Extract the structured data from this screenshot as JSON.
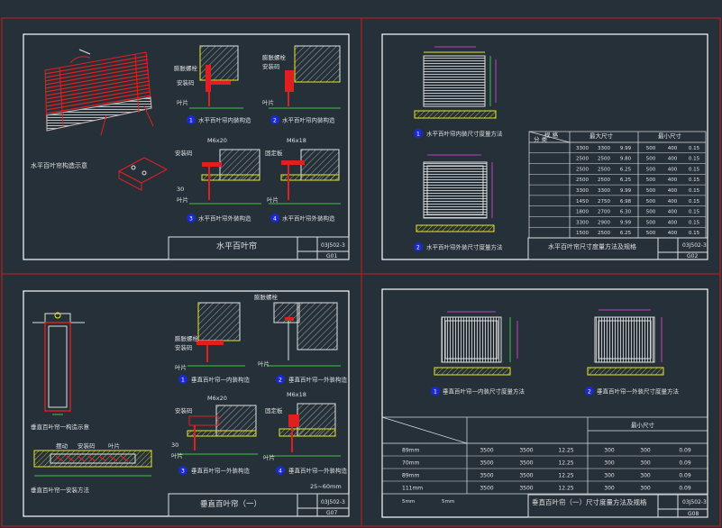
{
  "sheet1": {
    "main_view_label": "水平百叶帘构造示意",
    "details": [
      {
        "num": "1",
        "label": "水平百叶帘内装构造"
      },
      {
        "num": "2",
        "label": "水平百叶帘内装构造"
      },
      {
        "num": "3",
        "label": "水平百叶帘外装构造"
      },
      {
        "num": "4",
        "label": "水平百叶帘外装构造"
      }
    ],
    "callouts": [
      "膨胀螺栓",
      "安装码",
      "叶片",
      "膨胀螺栓",
      "安装码",
      "叶片",
      "M6x20",
      "安装码",
      "叶片",
      "M6x18",
      "固定板",
      "叶片"
    ],
    "dim_30": "30",
    "title": "水平百叶帘",
    "code": "03J502-3",
    "page": "G01"
  },
  "sheet2": {
    "details": [
      {
        "num": "1",
        "label": "水平百叶帘内装尺寸度量方法"
      },
      {
        "num": "2",
        "label": "水平百叶帘外装尺寸度量方法"
      }
    ],
    "table": {
      "header_spec": "规 格",
      "header_type": "分 类",
      "group_max": "最大尺寸",
      "group_min": "最小尺寸",
      "rows": [
        [
          "3300",
          "3300",
          "9.99",
          "500",
          "400",
          "0.15"
        ],
        [
          "2500",
          "2500",
          "9.80",
          "500",
          "400",
          "0.15"
        ],
        [
          "2500",
          "2500",
          "6.25",
          "500",
          "400",
          "0.15"
        ],
        [
          "2500",
          "2500",
          "6.25",
          "500",
          "400",
          "0.15"
        ],
        [
          "3300",
          "3300",
          "9.99",
          "500",
          "400",
          "0.15"
        ],
        [
          "1450",
          "2750",
          "6.98",
          "500",
          "400",
          "0.15"
        ],
        [
          "1800",
          "2700",
          "6.30",
          "500",
          "400",
          "0.15"
        ],
        [
          "3300",
          "2900",
          "9.99",
          "500",
          "400",
          "0.15"
        ],
        [
          "1500",
          "2500",
          "6.25",
          "500",
          "400",
          "0.15"
        ]
      ]
    },
    "title": "水平百叶帘尺寸度量方法及规格",
    "code": "03J502-3",
    "page": "G02"
  },
  "sheet3": {
    "elev_label": "垂直百叶帘一构造示意",
    "plan_label": "垂直百叶帘一安装方法",
    "plan_callouts": [
      "摆动",
      "安装码",
      "叶片"
    ],
    "details": [
      {
        "num": "1",
        "label": "垂直百叶帘一内装构造"
      },
      {
        "num": "2",
        "label": "垂直百叶帘一外装构造"
      },
      {
        "num": "3",
        "label": "垂直百叶帘一外装构造"
      },
      {
        "num": "4",
        "label": "垂直百叶帘一外装构造"
      }
    ],
    "callouts": [
      "膨胀螺栓",
      "膨胀螺栓",
      "安装码",
      "叶片",
      "叶片",
      "M6x20",
      "安装码",
      "M6x18",
      "固定板",
      "叶片",
      "叶片"
    ],
    "dims": [
      "30",
      "25~60mm"
    ],
    "title": "垂直百叶帘（一）",
    "code": "03J502-3",
    "page": "G07"
  },
  "sheet4": {
    "details": [
      {
        "num": "1",
        "label": "垂直百叶帘一内装尺寸度量方法"
      },
      {
        "num": "2",
        "label": "垂直百叶帘一外装尺寸度量方法"
      }
    ],
    "table": {
      "group_min": "最小尺寸",
      "rows": [
        [
          "89mm",
          "3500",
          "3500",
          "12.25",
          "300",
          "300",
          "0.09"
        ],
        [
          "70mm",
          "3500",
          "3500",
          "12.25",
          "300",
          "300",
          "0.09"
        ],
        [
          "89mm",
          "3500",
          "3500",
          "12.25",
          "300",
          "300",
          "0.09"
        ],
        [
          "111mm",
          "3500",
          "3500",
          "12.25",
          "300",
          "300",
          "0.09"
        ]
      ],
      "footer_left": [
        "5mm",
        "5mm"
      ]
    },
    "title": "垂直百叶帘（一）尺寸度量方法及规格",
    "code": "03J502-3",
    "page": "G08"
  }
}
